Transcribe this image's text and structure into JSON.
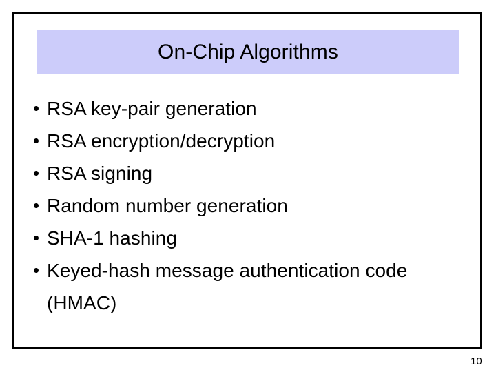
{
  "slide": {
    "title": "On-Chip Algorithms",
    "page_number": "10",
    "colors": {
      "title_band": "#ccccfa",
      "text": "#000000",
      "background": "#ffffff",
      "border": "#000000"
    },
    "bullets": [
      {
        "text": "RSA key-pair generation",
        "wrap": ""
      },
      {
        "text": "RSA encryption/decryption",
        "wrap": ""
      },
      {
        "text": "RSA signing",
        "wrap": ""
      },
      {
        "text": "Random number generation",
        "wrap": ""
      },
      {
        "text": "SHA-1 hashing",
        "wrap": ""
      },
      {
        "text": "Keyed-hash message authentication code",
        "wrap": "(HMAC)"
      }
    ]
  }
}
